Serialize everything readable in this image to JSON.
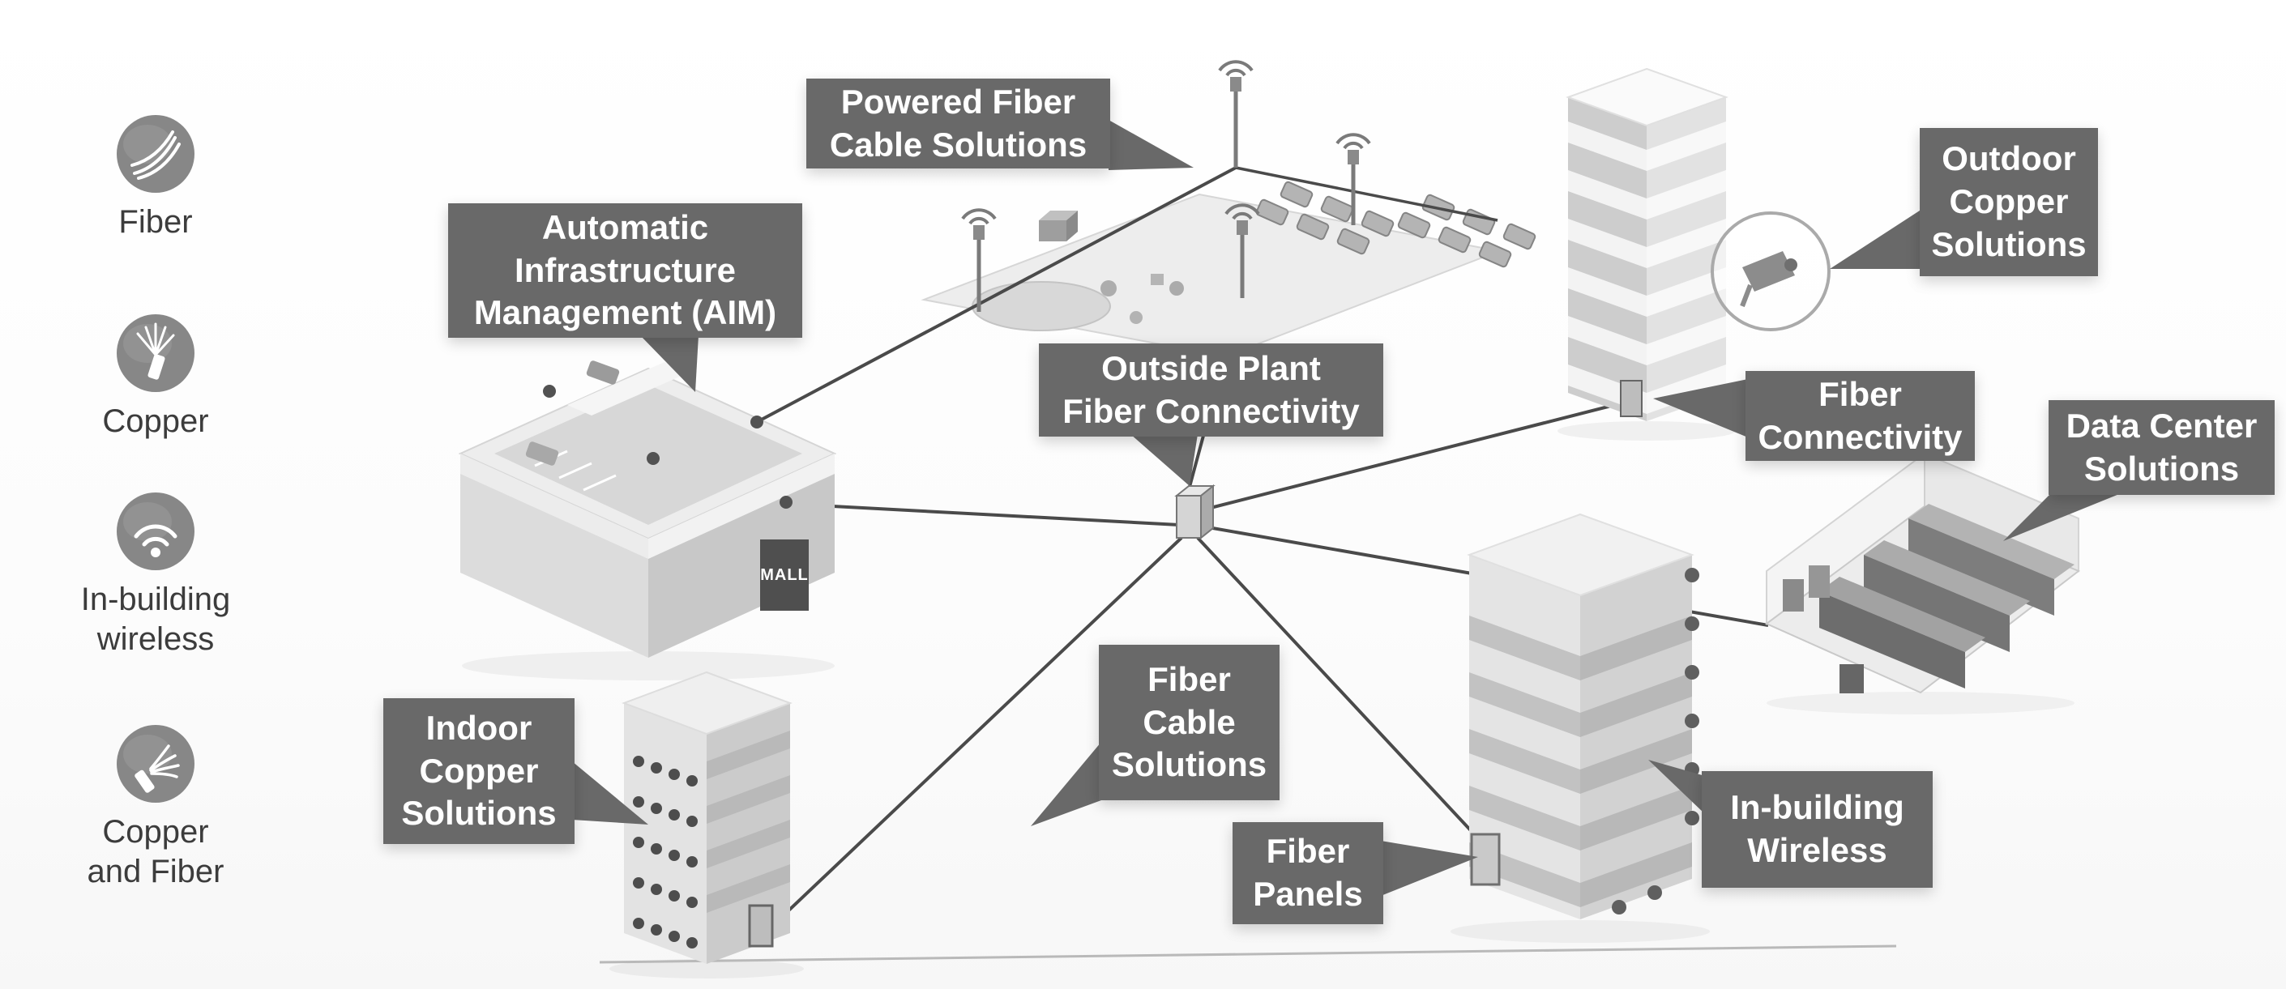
{
  "legend": {
    "items": [
      {
        "id": "fiber",
        "lines": [
          "Fiber"
        ]
      },
      {
        "id": "copper",
        "lines": [
          "Copper"
        ]
      },
      {
        "id": "in_building_wireless",
        "lines": [
          "In-building",
          "wireless"
        ]
      },
      {
        "id": "copper_and_fiber",
        "lines": [
          "Copper",
          "and Fiber"
        ]
      }
    ]
  },
  "callouts": {
    "powered_fiber": {
      "lines": [
        "Powered Fiber",
        "Cable Solutions"
      ]
    },
    "aim": {
      "lines": [
        "Automatic",
        "Infrastructure",
        "Management (AIM)"
      ]
    },
    "outside_plant": {
      "lines": [
        "Outside Plant",
        "Fiber Connectivity"
      ]
    },
    "outdoor_copper": {
      "lines": [
        "Outdoor",
        "Copper",
        "Solutions"
      ]
    },
    "fiber_connectivity": {
      "lines": [
        "Fiber",
        "Connectivity"
      ]
    },
    "data_center": {
      "lines": [
        "Data Center",
        "Solutions"
      ]
    },
    "indoor_copper": {
      "lines": [
        "Indoor",
        "Copper",
        "Solutions"
      ]
    },
    "fiber_cable": {
      "lines": [
        "Fiber",
        "Cable",
        "Solutions"
      ]
    },
    "fiber_panels": {
      "lines": [
        "Fiber",
        "Panels"
      ]
    },
    "in_building_wireless": {
      "lines": [
        "In-building",
        "Wireless"
      ]
    }
  },
  "labels": {
    "mall_sign": "MALL"
  },
  "colors": {
    "callout_bg": "#696969",
    "callout_text": "#ffffff",
    "legend_icon": "#878787",
    "legend_text": "#3c3c3c",
    "connection_line": "#4a4a4a",
    "background": "#ffffff"
  }
}
